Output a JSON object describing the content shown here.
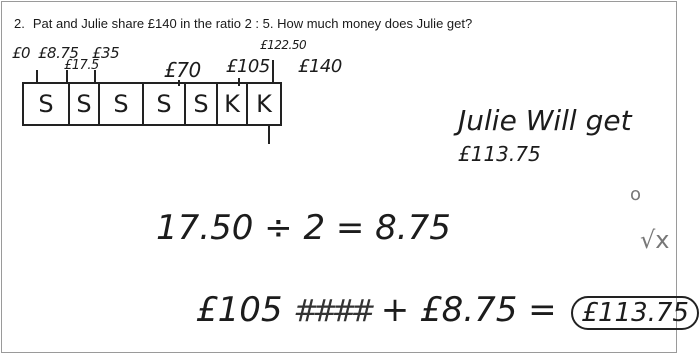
{
  "question": {
    "number": "2.",
    "text": "Pat and Julie share £140 in the ratio 2 : 5. How much money does Julie get?"
  },
  "bar_model": {
    "tick_labels": [
      "£0",
      "£8.75",
      "£17.5",
      "£35",
      "£70",
      "£105",
      "£122.50",
      "£140"
    ],
    "cells": [
      "S",
      "S",
      "S",
      "S",
      "S",
      "K",
      "K"
    ]
  },
  "answer": {
    "line1": "Julie Will get",
    "line2": "£113.75"
  },
  "working": {
    "calc1": "17.50 ÷ 2 = 8.75",
    "calc2_left": "£105",
    "calc2_scribble": "####",
    "calc2_middle": "+ £8.75 =",
    "calc2_result": "£113.75"
  },
  "marks": {
    "circle": "o",
    "tick": "√x"
  }
}
